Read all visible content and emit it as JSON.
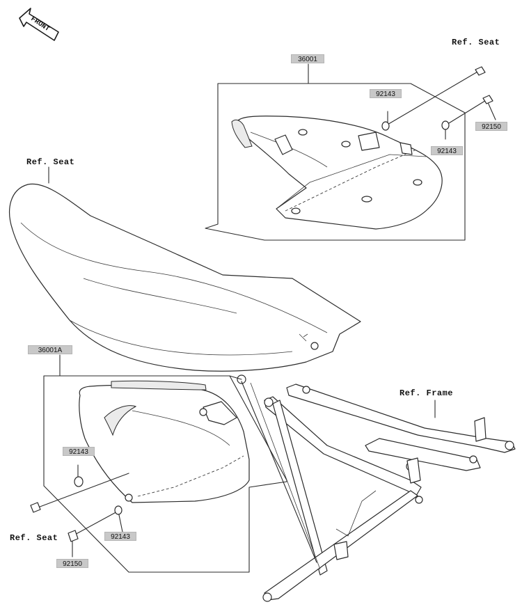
{
  "orientation": {
    "front_label": "FRONT"
  },
  "refs": {
    "seat_top_right": "Ref. Seat",
    "seat_left": "Ref. Seat",
    "seat_bottom_left": "Ref. Seat",
    "frame": "Ref. Frame"
  },
  "part_labels": {
    "upper_cover": "36001",
    "upper_washer_a": "92143",
    "upper_washer_b": "92143",
    "upper_bolt": "92150",
    "lower_cover": "36001A",
    "lower_washer_a": "92143",
    "lower_washer_b": "92143",
    "lower_bolt": "92150"
  }
}
